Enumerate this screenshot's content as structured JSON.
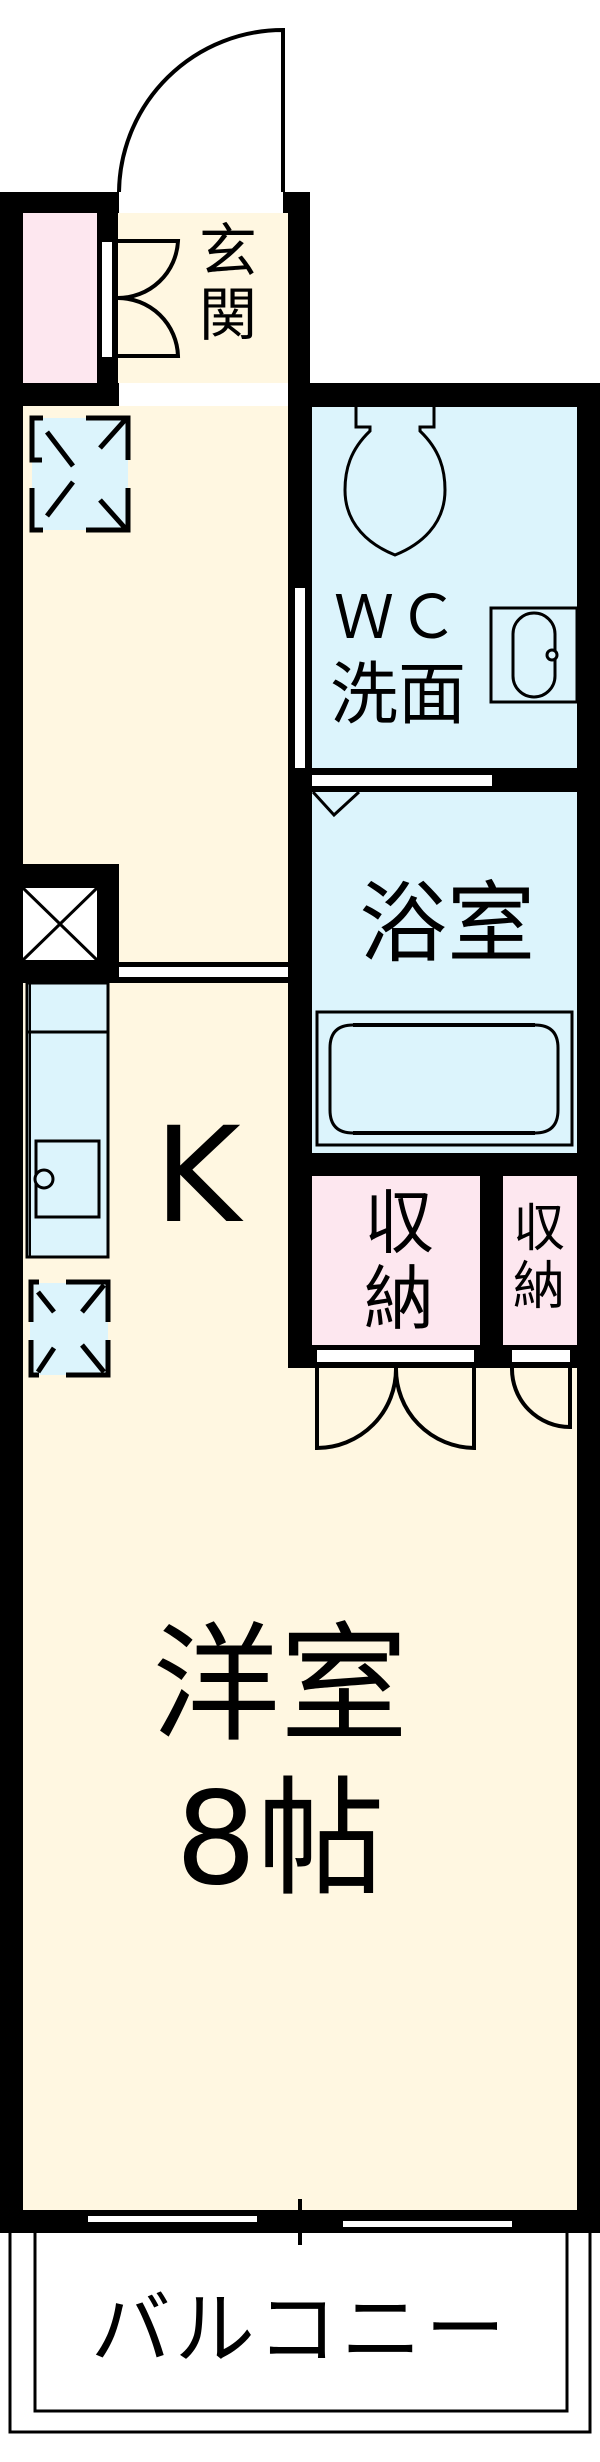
{
  "floor_plan": {
    "colors": {
      "wall": "#000000",
      "living_floor": "#FFF7E1",
      "wet_area_floor": "#DCF4FC",
      "storage_floor": "#FDE7EF",
      "background": "#FFFFFF"
    },
    "rooms": {
      "entrance": {
        "label_line1": "玄",
        "label_line2": "関"
      },
      "wc_washroom": {
        "label_line1": "ＷＣ",
        "label_line2": "洗面"
      },
      "bathroom": {
        "label": "浴室"
      },
      "kitchen": {
        "label": "K"
      },
      "storage_1": {
        "label_line1": "収",
        "label_line2": "納"
      },
      "storage_2": {
        "label_line1": "収",
        "label_line2": "納"
      },
      "western_room": {
        "label_line1": "洋室",
        "label_line2": "8帖"
      },
      "balcony": {
        "label": "バルコニー"
      }
    },
    "fixtures": {
      "toilet": "toilet-icon",
      "wash_basin": "wash-basin-icon",
      "bathtub": "bathtub-icon",
      "kitchen_sink": "kitchen-sink-icon",
      "ventilation_1": "ventilation-fan-icon",
      "ventilation_2": "ventilation-fan-icon",
      "pipe_shaft": "pipe-shaft-icon"
    }
  }
}
